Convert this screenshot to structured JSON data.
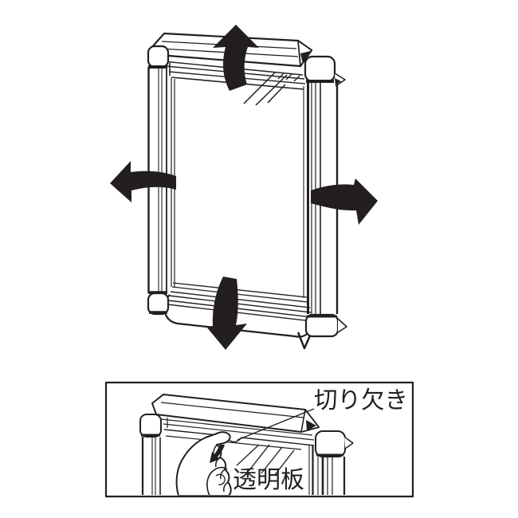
{
  "colors": {
    "line": "#231f20",
    "background": "#ffffff",
    "arrow_fill": "#231f20"
  },
  "main_illustration": {
    "subject": "snap-frame-with-all-four-rails-opening",
    "icons": {
      "arrow_up": "flip-up-arrow-icon",
      "arrow_left": "flip-left-arrow-icon",
      "arrow_right": "flip-right-arrow-icon",
      "arrow_down": "flip-down-arrow-icon"
    }
  },
  "detail_inset": {
    "labels": {
      "notch": "切り欠き",
      "transparent_panel": "透明板"
    },
    "icons": {
      "pull_arrow": "pull-out-arrow-icon",
      "hand": "hand-illustration"
    }
  }
}
